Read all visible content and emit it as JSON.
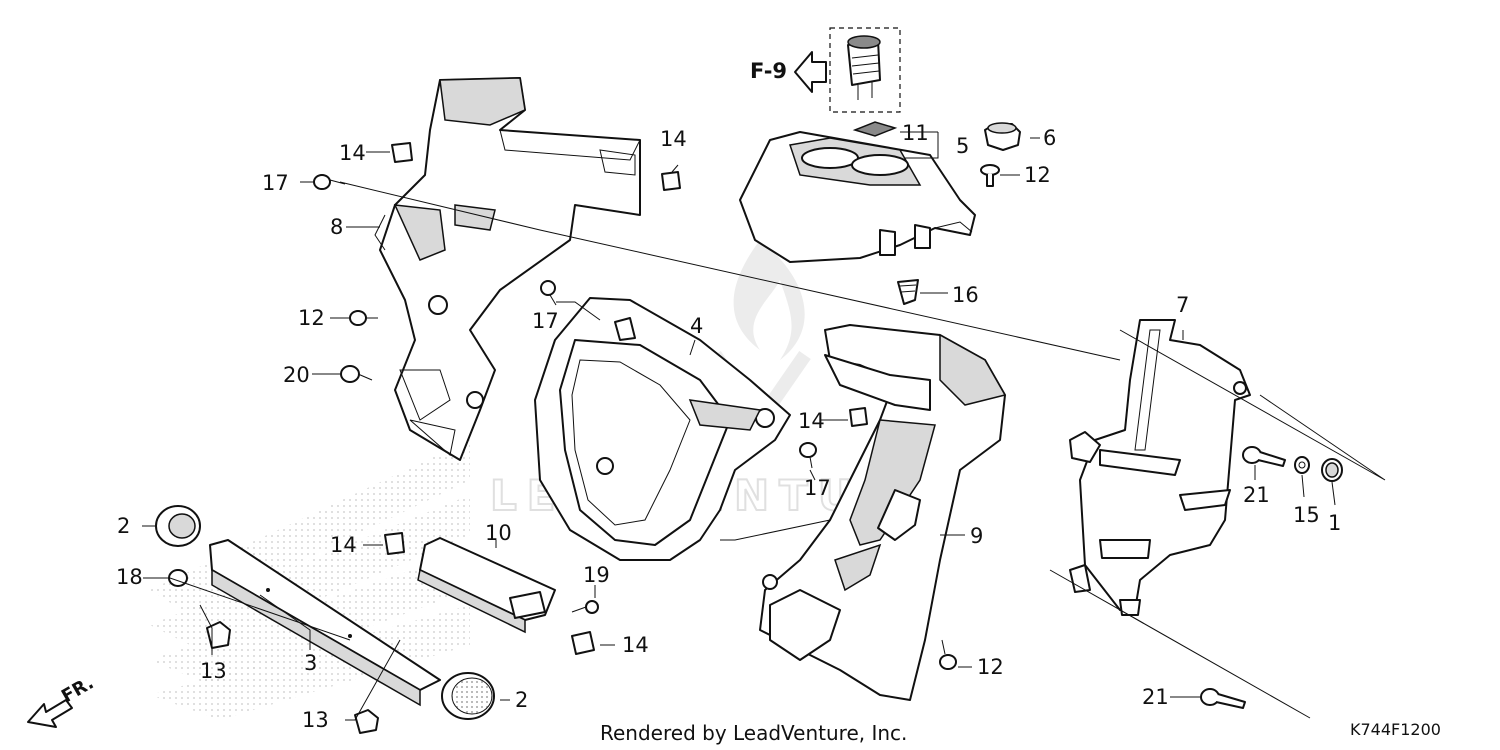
{
  "diagram": {
    "reference": "F-9",
    "direction_label": "FR.",
    "watermark": "LEADVENTURE",
    "footer": "Rendered by LeadVenture, Inc.",
    "code": "K744F1200",
    "callouts": [
      "1",
      "2",
      "2",
      "3",
      "4",
      "5",
      "6",
      "7",
      "8",
      "9",
      "10",
      "11",
      "12",
      "12",
      "12",
      "13",
      "13",
      "14",
      "14",
      "14",
      "14",
      "14",
      "15",
      "16",
      "17",
      "17",
      "17",
      "18",
      "19",
      "20",
      "21",
      "21"
    ]
  }
}
